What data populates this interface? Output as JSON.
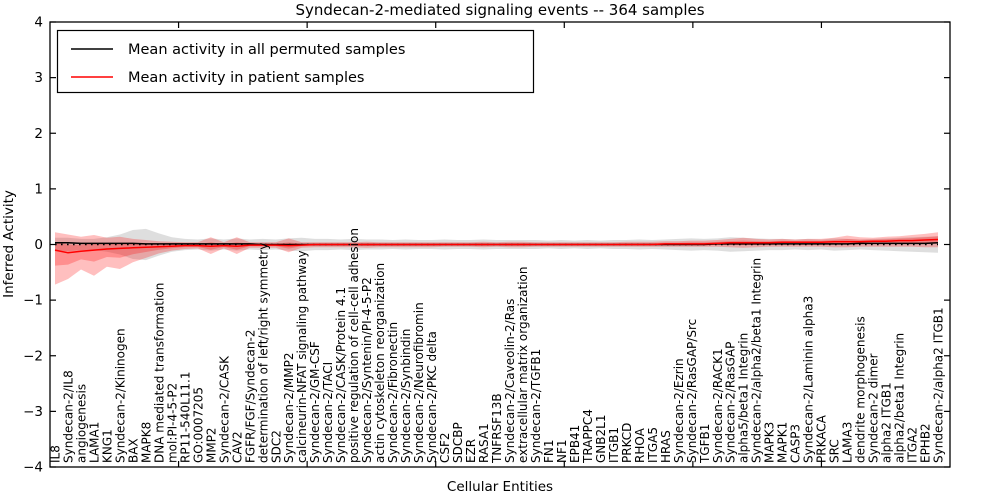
{
  "title": "Syndecan-2-mediated signaling events -- 364 samples",
  "axes": {
    "ylabel": "Inferred Activity",
    "xlabel": "Cellular Entities",
    "yticks": [
      4,
      3,
      2,
      1,
      0,
      -1,
      -2,
      -3,
      -4
    ],
    "ylim": [
      -4,
      4
    ]
  },
  "legend": {
    "items": [
      {
        "label": "Mean activity in all permuted samples",
        "color": "#000000"
      },
      {
        "label": "Mean activity in patient samples",
        "color": "#ff0000"
      }
    ]
  },
  "chart_data": {
    "type": "line",
    "title": "Syndecan-2-mediated signaling events -- 364 samples",
    "xlabel": "Cellular Entities",
    "ylabel": "Inferred Activity",
    "ylim": [
      -4,
      4
    ],
    "zero_line": true,
    "x_labels": [
      "IL8",
      "Syndecan-2/IL8",
      "angiogenesis",
      "LAMA1",
      "KNG1",
      "Syndecan-2/Kininogen",
      "BAX",
      "MAPK8",
      "DNA mediated transformation",
      "mol:PI-4-5-P2",
      "RP11-540L11.1",
      "GO:0007205",
      "MMP2",
      "Syndecan-2/CASK",
      "CAV2",
      "FGFR/FGF/Syndecan-2",
      "determination of left/right symmetry",
      "SDC2",
      "Syndecan-2/MMP2",
      "calcineurin-NFAT signaling pathway",
      "Syndecan-2/GM-CSF",
      "Syndecan-2/TACI",
      "Syndecan-2/CASK/Protein 4.1",
      "positive regulation of cell-cell adhesion",
      "Syndecan-2/Syntenin/PI-4-5-P2",
      "actin cytoskeleton reorganization",
      "Syndecan-2/Fibronectin",
      "Syndecan-2/Synbindin",
      "Syndecan-2/Neurofibromin",
      "Syndecan-2/PKC delta",
      "CSF2",
      "SDCBP",
      "EZR",
      "RASA1",
      "TNFRSF13B",
      "Syndecan-2/Caveolin-2/Ras",
      "extracellular matrix organization",
      "Syndecan-2/TGFB1",
      "FN1",
      "NF1",
      "EPB41",
      "TRAPPC4",
      "GNB2L1",
      "ITGB1",
      "PRKCD",
      "RHOA",
      "ITGA5",
      "HRAS",
      "Syndecan-2/Ezrin",
      "Syndecan-2/RasGAP/Src",
      "TGFB1",
      "Syndecan-2/RACK1",
      "Syndecan-2/RasGAP",
      "alpha5/beta1 Integrin",
      "Syndecan-2/alpha2/beta1 Integrin",
      "MAPK3",
      "MAPK1",
      "CASP3",
      "Syndecan-2/Laminin alpha3",
      "PRKACA",
      "SRC",
      "LAMA3",
      "dendrite morphogenesis",
      "Syndecan-2 dimer",
      "alpha2 ITGB1",
      "alpha2/beta1 Integrin",
      "ITGA2",
      "EPHB2",
      "Syndecan-2/alpha2 ITGB1"
    ],
    "series": [
      {
        "name": "Mean activity in all permuted samples",
        "color": "#000000",
        "band_color": "#999999",
        "values": [
          0.03,
          0.03,
          0.02,
          0.02,
          0.02,
          0.02,
          0.02,
          0.01,
          0.01,
          0.01,
          0.01,
          0.01,
          0.01,
          0.01,
          0.01,
          0.01,
          0,
          0,
          0,
          0,
          0,
          0,
          0,
          0,
          0,
          0,
          0,
          0,
          0,
          0,
          0,
          0,
          0,
          0,
          0,
          0,
          0,
          0,
          0,
          0,
          0,
          0,
          0,
          0,
          0,
          0,
          0,
          0,
          0,
          0,
          0,
          0.01,
          0.01,
          0.01,
          0.01,
          0.01,
          0.01,
          0.01,
          0.01,
          0.01,
          0.01,
          0.01,
          0.02,
          0.02,
          0.02,
          0.02,
          0.02,
          0.02,
          0.03
        ],
        "band_upper": [
          0.12,
          0.12,
          0.1,
          0.1,
          0.13,
          0.18,
          0.26,
          0.28,
          0.2,
          0.13,
          0.1,
          0.09,
          0.11,
          0.09,
          0.11,
          0.09,
          0.1,
          0.09,
          0.11,
          0.12,
          0.1,
          0.1,
          0.09,
          0.1,
          0.09,
          0.09,
          0.08,
          0.09,
          0.08,
          0.08,
          0.09,
          0.08,
          0.08,
          0.09,
          0.08,
          0.08,
          0.08,
          0.08,
          0.07,
          0.08,
          0.07,
          0.08,
          0.07,
          0.08,
          0.08,
          0.09,
          0.08,
          0.09,
          0.1,
          0.11,
          0.1,
          0.11,
          0.13,
          0.12,
          0.11,
          0.1,
          0.1,
          0.09,
          0.1,
          0.09,
          0.11,
          0.1,
          0.09,
          0.1,
          0.11,
          0.12,
          0.13,
          0.14,
          0.15
        ],
        "band_lower": [
          -0.12,
          -0.12,
          -0.1,
          -0.1,
          -0.13,
          -0.18,
          -0.26,
          -0.28,
          -0.2,
          -0.13,
          -0.1,
          -0.09,
          -0.11,
          -0.09,
          -0.11,
          -0.09,
          -0.1,
          -0.09,
          -0.11,
          -0.12,
          -0.1,
          -0.1,
          -0.09,
          -0.1,
          -0.09,
          -0.09,
          -0.08,
          -0.09,
          -0.08,
          -0.08,
          -0.09,
          -0.08,
          -0.08,
          -0.09,
          -0.08,
          -0.08,
          -0.08,
          -0.08,
          -0.07,
          -0.08,
          -0.07,
          -0.08,
          -0.07,
          -0.08,
          -0.08,
          -0.09,
          -0.08,
          -0.09,
          -0.1,
          -0.11,
          -0.1,
          -0.11,
          -0.13,
          -0.12,
          -0.11,
          -0.1,
          -0.1,
          -0.09,
          -0.1,
          -0.09,
          -0.11,
          -0.1,
          -0.09,
          -0.1,
          -0.11,
          -0.12,
          -0.13,
          -0.14,
          -0.15
        ]
      },
      {
        "name": "Mean activity in patient samples",
        "color": "#ff0000",
        "band_color": "#ff0000",
        "values": [
          -0.1,
          -0.15,
          -0.12,
          -0.1,
          -0.08,
          -0.07,
          -0.06,
          -0.05,
          -0.04,
          -0.03,
          -0.02,
          -0.02,
          -0.03,
          -0.02,
          -0.03,
          -0.01,
          -0.01,
          -0.01,
          -0.02,
          -0.01,
          0,
          0,
          0,
          0,
          0,
          0,
          0,
          0,
          0,
          0,
          0,
          0,
          0,
          0,
          0,
          0,
          0,
          0,
          0,
          0,
          0,
          0,
          0,
          0,
          0,
          0,
          0,
          0.01,
          0.01,
          0.01,
          0.01,
          0.02,
          0.03,
          0.03,
          0.03,
          0.03,
          0.04,
          0.04,
          0.04,
          0.04,
          0.05,
          0.05,
          0.05,
          0.06,
          0.06,
          0.07,
          0.07,
          0.08,
          0.09
        ],
        "band_upper": [
          0.22,
          0.18,
          0.14,
          0.17,
          0.12,
          0.14,
          0.1,
          0.08,
          0.06,
          0.05,
          0.04,
          0.04,
          0.13,
          0.04,
          0.13,
          0.04,
          0.04,
          0.04,
          0.11,
          0.04,
          0.04,
          0.04,
          0.04,
          0.04,
          0.05,
          0.04,
          0.04,
          0.04,
          0.04,
          0.04,
          0.04,
          0.04,
          0.04,
          0.05,
          0.04,
          0.05,
          0.05,
          0.04,
          0.04,
          0.04,
          0.04,
          0.04,
          0.04,
          0.04,
          0.05,
          0.05,
          0.05,
          0.06,
          0.06,
          0.07,
          0.07,
          0.08,
          0.1,
          0.12,
          0.1,
          0.09,
          0.1,
          0.09,
          0.1,
          0.1,
          0.12,
          0.16,
          0.13,
          0.12,
          0.14,
          0.15,
          0.17,
          0.19,
          0.22
        ],
        "band_lower": [
          -0.72,
          -0.62,
          -0.45,
          -0.56,
          -0.4,
          -0.44,
          -0.32,
          -0.24,
          -0.16,
          -0.11,
          -0.08,
          -0.07,
          -0.17,
          -0.07,
          -0.17,
          -0.06,
          -0.06,
          -0.06,
          -0.14,
          -0.06,
          -0.05,
          -0.05,
          -0.05,
          -0.05,
          -0.06,
          -0.05,
          -0.05,
          -0.05,
          -0.05,
          -0.05,
          -0.04,
          -0.04,
          -0.04,
          -0.05,
          -0.04,
          -0.05,
          -0.05,
          -0.04,
          -0.04,
          -0.04,
          -0.04,
          -0.04,
          -0.04,
          -0.04,
          -0.04,
          -0.04,
          -0.04,
          -0.04,
          -0.04,
          -0.04,
          -0.04,
          -0.04,
          -0.05,
          -0.06,
          -0.05,
          -0.04,
          -0.04,
          -0.04,
          -0.04,
          -0.04,
          -0.05,
          -0.05,
          -0.04,
          -0.04,
          -0.04,
          -0.04,
          -0.04,
          -0.05,
          -0.05
        ]
      }
    ]
  }
}
